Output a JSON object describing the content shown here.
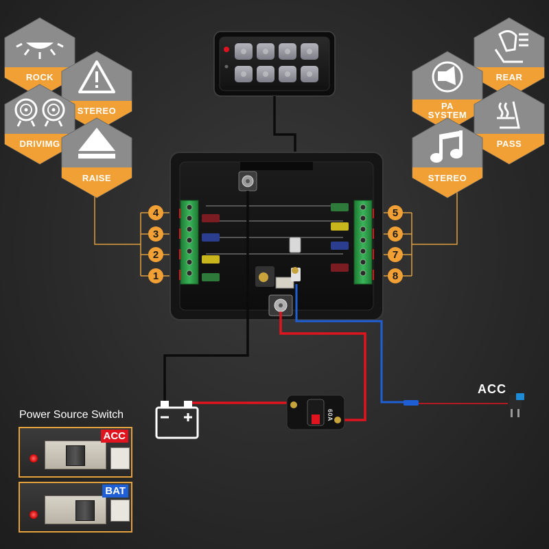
{
  "left_hex": [
    {
      "id": "rock",
      "label": "ROCK",
      "icon": "rock-light-icon"
    },
    {
      "id": "stereo",
      "label": "STEREO",
      "icon": "warning-triangle-icon"
    },
    {
      "id": "driving",
      "label": "DRIVIMG",
      "icon": "driving-lights-icon"
    },
    {
      "id": "raise",
      "label": "RAISE",
      "icon": "raise-arrow-icon"
    }
  ],
  "right_hex": [
    {
      "id": "rear",
      "label": "REAR",
      "icon": "rear-seat-icon"
    },
    {
      "id": "pa",
      "label": "PA\nSYSTEM",
      "label_lines": [
        "PA",
        "SYSTEM"
      ],
      "icon": "pa-system-icon"
    },
    {
      "id": "pass",
      "label": "PASS",
      "icon": "heated-seat-icon"
    },
    {
      "id": "stereo",
      "label": "STEREO",
      "icon": "music-note-icon"
    }
  ],
  "left_circuits": [
    "4",
    "3",
    "2",
    "1"
  ],
  "right_circuits": [
    "5",
    "6",
    "7",
    "8"
  ],
  "acc_label": "ACC",
  "power_source_switch": {
    "title": "Power Source Switch",
    "options": [
      {
        "label": "ACC",
        "color": "#e0141e"
      },
      {
        "label": "BAT",
        "color": "#1e5fd6"
      }
    ]
  },
  "breaker_rating": "60A",
  "colors": {
    "hex_gray": "#8a8a8a",
    "label_orange": "#f0a035",
    "wire_red": "#e0141e",
    "wire_blue": "#1e5fd6",
    "wire_black": "#111111",
    "terminal_green": "#2e9e45"
  }
}
